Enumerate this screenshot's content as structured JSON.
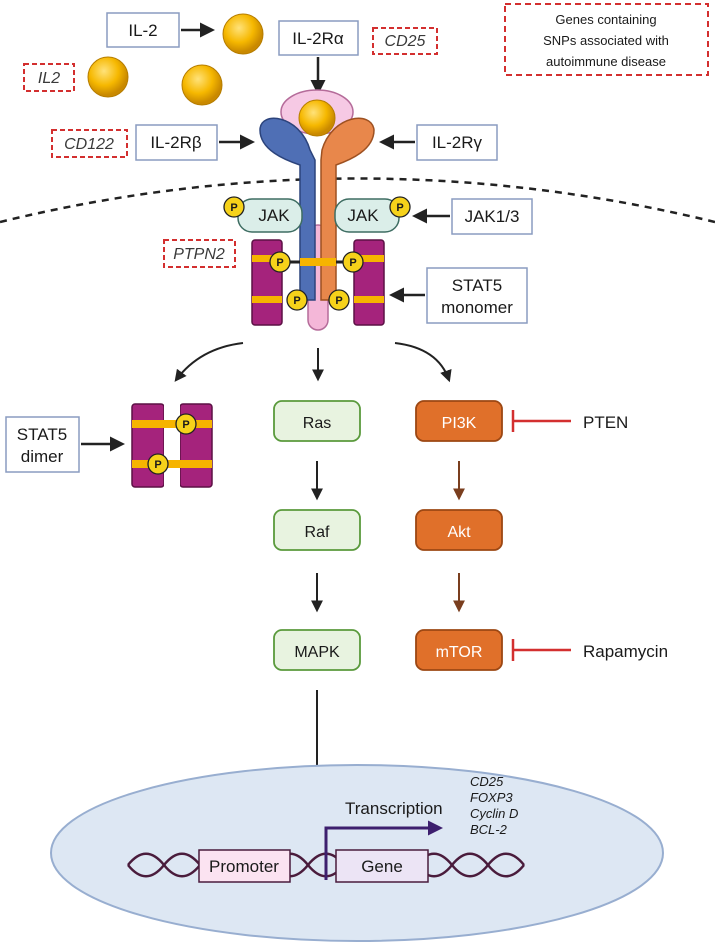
{
  "legend": {
    "line1": "Genes containing",
    "line2": "SNPs associated with",
    "line3": "autoimmune disease"
  },
  "labels": {
    "il2": "IL-2",
    "il2_gene": "IL2",
    "il2ra": "IL-2Rα",
    "cd25": "CD25",
    "cd122": "CD122",
    "il2rb": "IL-2Rβ",
    "il2rg": "IL-2Rγ",
    "jak_left": "JAK",
    "jak_right": "JAK",
    "jak13": "JAK1/3",
    "ptpn2": "PTPN2",
    "stat5_monomer_1": "STAT5",
    "stat5_monomer_2": "monomer",
    "stat5_dimer_1": "STAT5",
    "stat5_dimer_2": "dimer",
    "p": "P",
    "ras": "Ras",
    "raf": "Raf",
    "mapk": "MAPK",
    "pi3k": "PI3K",
    "akt": "Akt",
    "mtor": "mTOR",
    "pten": "PTEN",
    "rapamycin": "Rapamycin",
    "transcription": "Transcription",
    "promoter": "Promoter",
    "gene_box": "Gene"
  },
  "target_genes": [
    "CD25",
    "FOXP3",
    "Cyclin D",
    "BCL-2"
  ],
  "colors": {
    "gene_dash": "#d32f2f",
    "ras_fill": "#e8f3e0",
    "ras_stroke": "#5a9a3c",
    "pi3k_fill": "#e0702a",
    "pi3k_stroke": "#9c4713",
    "stat5": "#a5237c",
    "inhibit": "#d32f2f",
    "nucleus": "#dde7f3"
  }
}
